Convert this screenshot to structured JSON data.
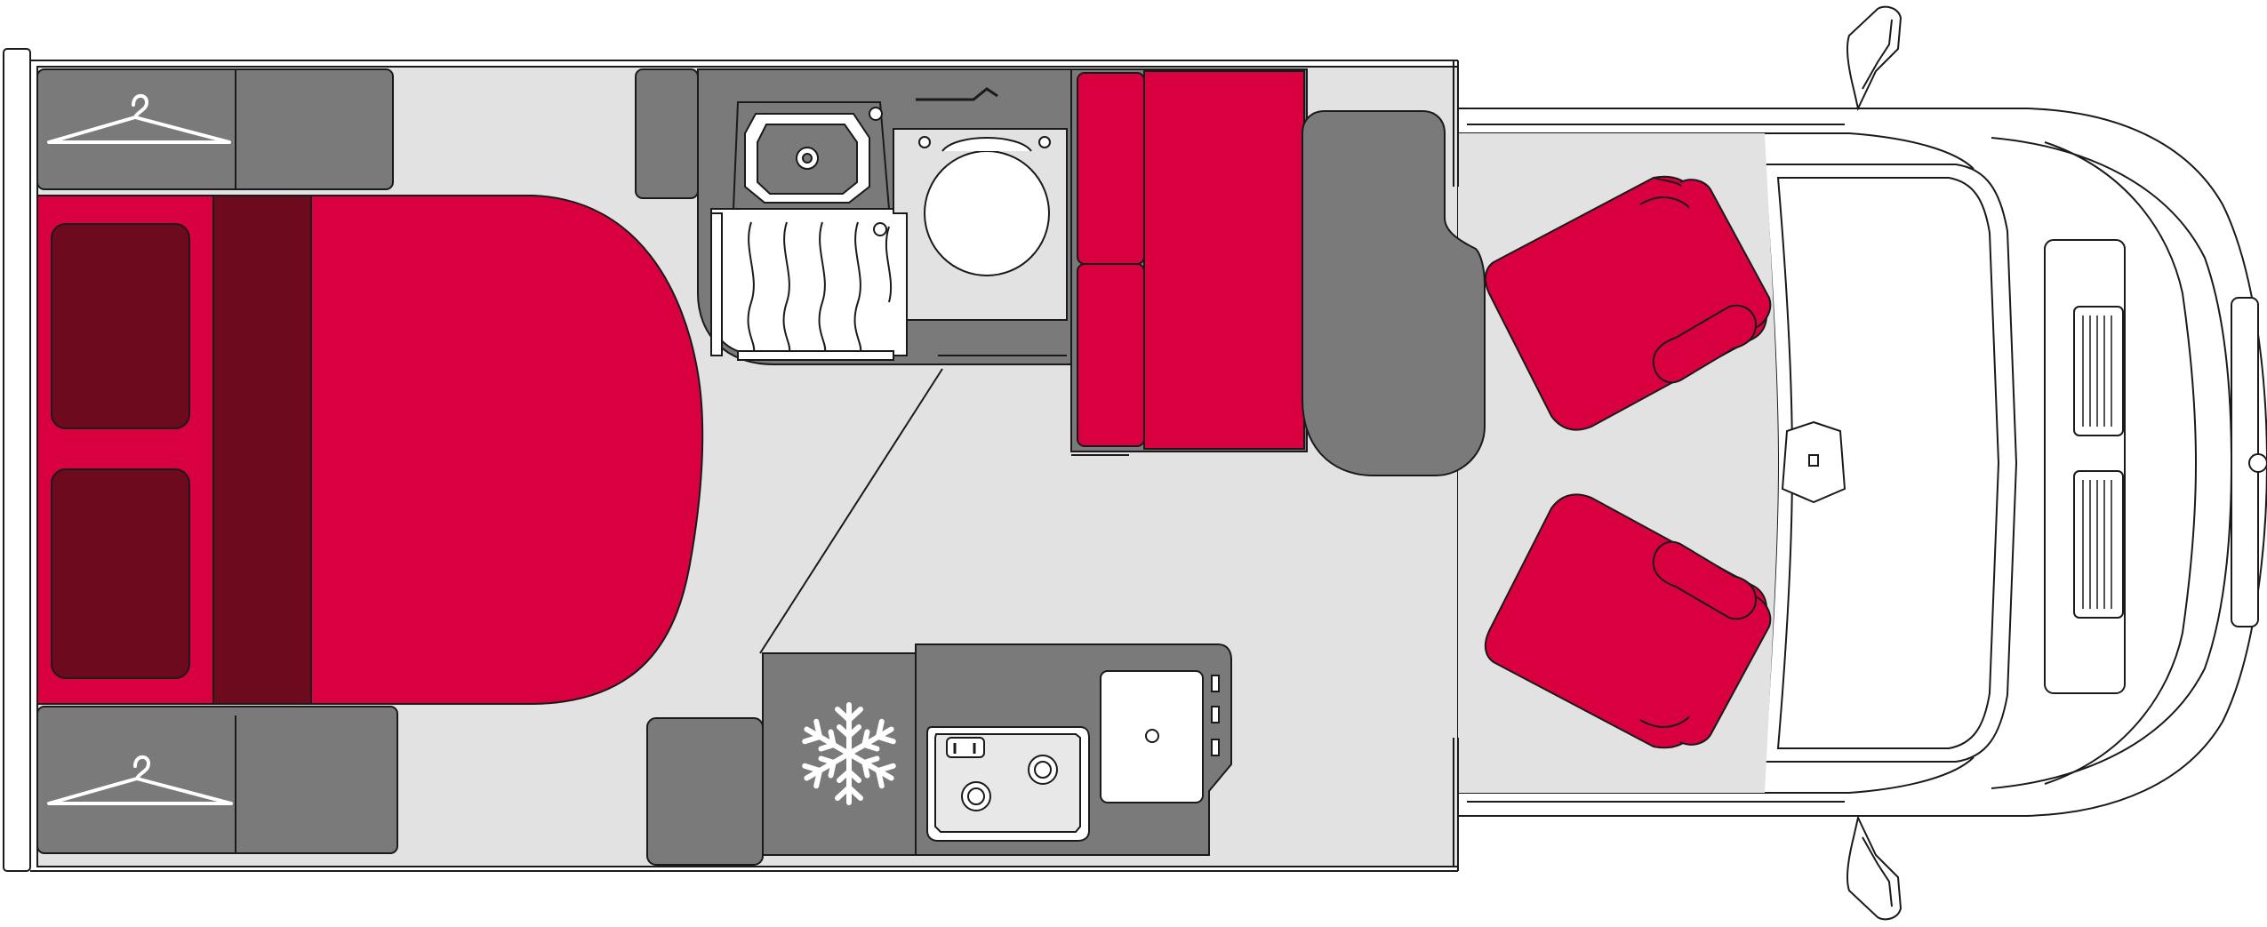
{
  "layout": {
    "zones": [
      {
        "name": "rear-wardrobe-top",
        "icon": "hanger-icon"
      },
      {
        "name": "rear-wardrobe-bottom",
        "icon": "hanger-icon"
      },
      {
        "name": "rear-bed",
        "icon": "bed-icon"
      },
      {
        "name": "bathroom",
        "icon": "toilet-icon"
      },
      {
        "name": "dinette-bench",
        "icon": "bench-icon"
      },
      {
        "name": "kitchen",
        "icon": "stove-icon"
      },
      {
        "name": "fridge",
        "icon": "snowflake-icon"
      },
      {
        "name": "cab-seats",
        "icon": "seat-icon"
      }
    ]
  },
  "colors": {
    "upholstery": "#d8003e",
    "pillow": "#6e0a1e",
    "furniture": "#7a7a7a",
    "floor": "#e2e2e2",
    "outline": "#1a1a1a",
    "white": "#ffffff"
  }
}
